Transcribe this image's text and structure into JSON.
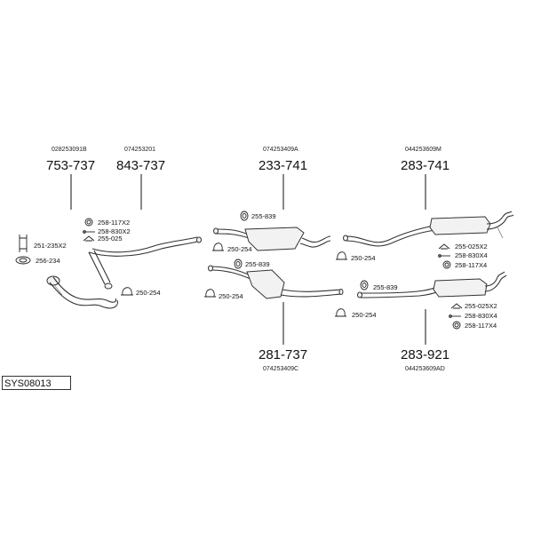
{
  "diagram_code": "SYS08013",
  "assemblies": {
    "a753": {
      "oem": "028253091B",
      "part": "753-737"
    },
    "a843": {
      "oem": "074253201",
      "part": "843-737"
    },
    "a233": {
      "oem": "074253409A",
      "part": "233-741"
    },
    "a283a": {
      "oem": "044253609M",
      "part": "283-741"
    },
    "a281": {
      "oem": "074253409C",
      "part": "281-737"
    },
    "a283b": {
      "oem": "044253609AD",
      "part": "283-921"
    }
  },
  "accessories": {
    "front_clamp_1": "258-117X2",
    "front_clamp_2": "258-830X2",
    "front_clamp_3": "255-025",
    "front_gasket_1": "251-235X2",
    "front_gasket_2": "256-234",
    "front_clamp_4": "250-254",
    "mid1_hanger": "255-839",
    "mid1_clamp": "250-254",
    "mid2_hanger": "255-839",
    "mid2_clamp": "250-254",
    "rear1_clamp": "250-254",
    "rear1_a": "255-025X2",
    "rear1_b": "258-830X4",
    "rear1_c": "258-117X4",
    "rear2_hanger": "255-839",
    "rear2_clamp": "250-254",
    "rear2_a": "255-025X2",
    "rear2_b": "258-830X4",
    "rear2_c": "258-117X4"
  }
}
